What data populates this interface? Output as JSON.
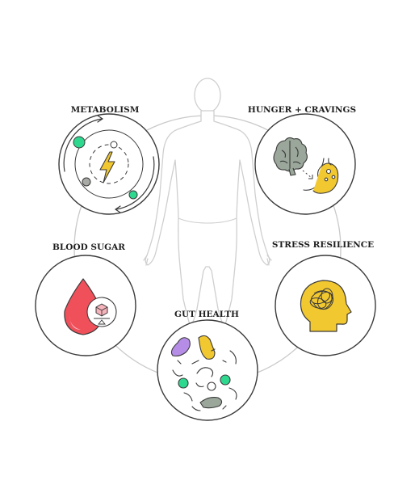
{
  "labels": {
    "metabolism": "METABOLISM",
    "hunger": "HUNGER + CRAVINGS",
    "blood_sugar": "BLOOD SUGAR",
    "stress": "STRESS RESILIENCE",
    "gut": "GUT HEALTH"
  },
  "icons": {
    "center": "human-body-outline-icon",
    "metabolism": "lightning-bolt-icon",
    "hunger": "brain-stomach-icon",
    "blood_sugar": "blood-drop-sugar-cube-icon",
    "stress": "tangled-head-icon",
    "gut": "gut-bacteria-icon"
  },
  "colors": {
    "line": "#3a3a3a",
    "ring": "#c9c9c9",
    "body": "#cfcfcf",
    "green": "#2fd88f",
    "yellow": "#f2c830",
    "gray": "#a9aba6",
    "red": "#f0505a",
    "pink": "#f6b3bb",
    "purple": "#b58de6",
    "sage": "#9aa79a"
  }
}
